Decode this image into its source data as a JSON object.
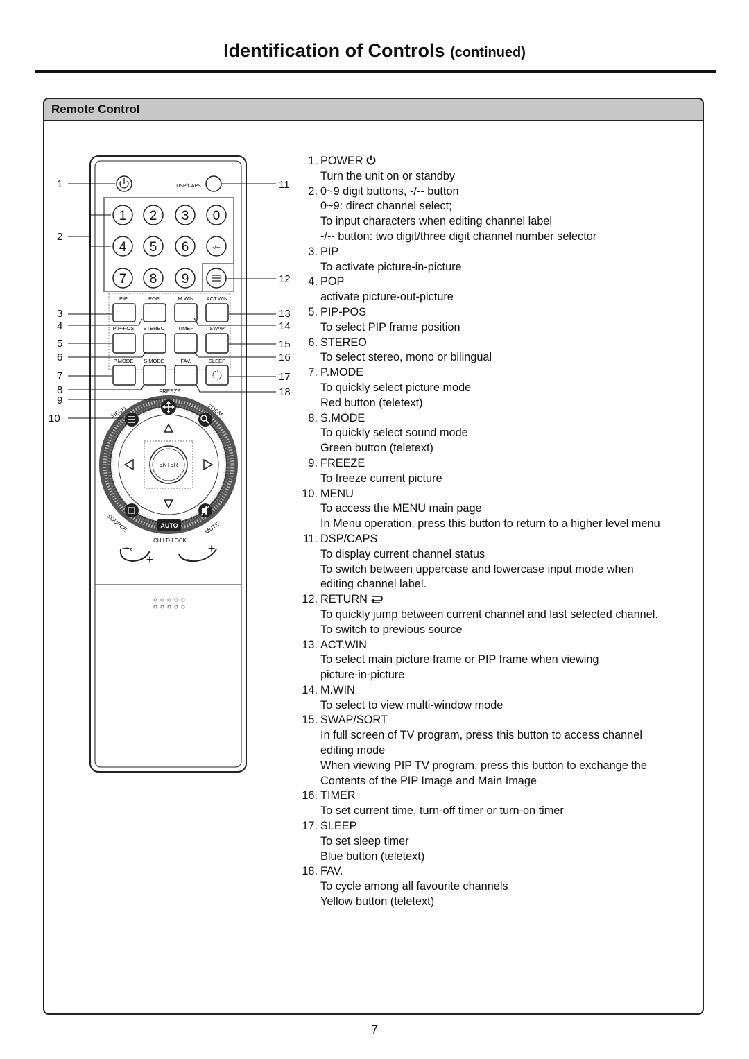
{
  "header": {
    "title": "Identification of Controls",
    "title_suffix": "(continued)"
  },
  "section": {
    "title": "Remote Control"
  },
  "remote": {
    "callouts_left": [
      "1",
      "2",
      "3",
      "4",
      "5",
      "6",
      "7",
      "8",
      "9",
      "10"
    ],
    "callouts_right": [
      "11",
      "12",
      "13",
      "14",
      "15",
      "16",
      "17",
      "18"
    ],
    "dsp_caps_label": "DSP/CAPS",
    "digits": [
      "1",
      "2",
      "3",
      "0",
      "4",
      "5",
      "6",
      "-/--",
      "7",
      "8",
      "9"
    ],
    "row1_labels": [
      "PIP",
      "POP",
      "M.WIN",
      "ACT.WIN"
    ],
    "row2_labels": [
      "PIP-POS",
      "STEREO",
      "TIMER",
      "SWAP"
    ],
    "row3_labels": [
      "P.MODE",
      "S.MODE",
      "FAV.",
      "SLEEP"
    ],
    "freeze_label": "FREEZE",
    "menu_label": "MENU",
    "zoom_label": "ZOOM",
    "enter_label": "ENTER",
    "source_label": "SOURCE",
    "mute_label": "MUTE",
    "auto_label": "AUTO",
    "child_lock_label": "CHILD LOCK",
    "minus": "−",
    "plus": "+"
  },
  "items": [
    {
      "num": "1.",
      "title": "POWER",
      "icon": "power-icon",
      "lines": [
        "Turn the unit on or standby"
      ]
    },
    {
      "num": "2.",
      "title": "0~9 digit buttons, -/-- button",
      "lines": [
        "0~9: direct channel select;",
        "To input characters when editing channel label",
        "-/-- button: two digit/three digit channel number selector"
      ]
    },
    {
      "num": "3.",
      "title": "PIP",
      "lines": [
        "To activate picture-in-picture"
      ]
    },
    {
      "num": "4.",
      "title": "POP",
      "lines": [
        "activate picture-out-picture"
      ]
    },
    {
      "num": "5.",
      "title": "PIP-POS",
      "lines": [
        "To select PIP frame position"
      ]
    },
    {
      "num": "6.",
      "title": "STEREO",
      "lines": [
        "To select stereo, mono or bilingual"
      ]
    },
    {
      "num": "7.",
      "title": "P.MODE",
      "lines": [
        "To quickly select picture mode",
        "Red button (teletext)"
      ]
    },
    {
      "num": "8.",
      "title": "S.MODE",
      "lines": [
        "To quickly select sound mode",
        "Green button (teletext)"
      ]
    },
    {
      "num": "9.",
      "title": "FREEZE",
      "lines": [
        "To freeze current picture"
      ]
    },
    {
      "num": "10.",
      "title": "MENU",
      "lines": [
        "To access the MENU main page",
        "In Menu operation, press this button to return to a higher level menu"
      ]
    },
    {
      "num": "11.",
      "title": "DSP/CAPS",
      "lines": [
        "To display current channel status",
        "To switch between uppercase and lowercase input mode when",
        "editing channel label."
      ]
    },
    {
      "num": "12.",
      "title": "RETURN",
      "icon": "return-icon",
      "lines": [
        "To quickly jump between current channel and last selected channel.",
        "To switch to previous source"
      ]
    },
    {
      "num": "13.",
      "title": "ACT.WIN",
      "lines": [
        "To select main picture frame or PIP frame when viewing",
        "picture-in-picture"
      ]
    },
    {
      "num": "14.",
      "title": "M.WIN",
      "lines": [
        "To select to view multi-window mode"
      ]
    },
    {
      "num": "15.",
      "title": "SWAP/SORT",
      "lines": [
        "In full screen of TV program, press this button to access channel",
        "editing mode",
        "When viewing PIP TV program, press this button to exchange the",
        "Contents of the PIP Image and Main Image"
      ]
    },
    {
      "num": "16.",
      "title": "TIMER",
      "lines": [
        "To set current time, turn-off timer or turn-on timer"
      ]
    },
    {
      "num": "17.",
      "title": "SLEEP",
      "lines": [
        "To set sleep timer",
        "Blue button (teletext)"
      ]
    },
    {
      "num": "18.",
      "title": "FAV.",
      "lines": [
        "To cycle among all favourite channels",
        "Yellow button (teletext)"
      ]
    }
  ],
  "footer": {
    "page_number": "7"
  }
}
